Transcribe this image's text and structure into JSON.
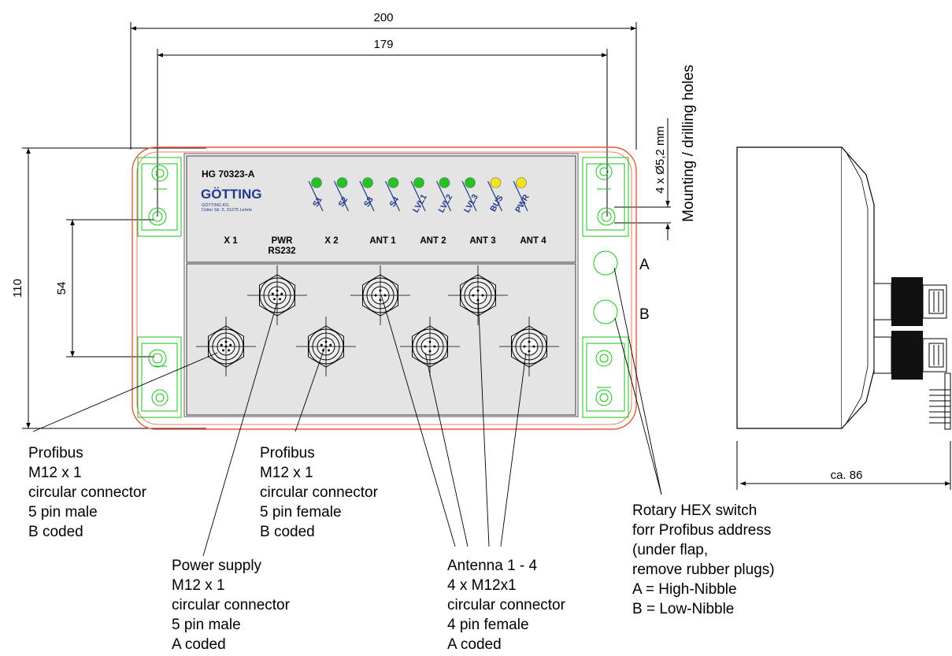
{
  "dimensions": {
    "width_outer": "200",
    "width_holes": "179",
    "height_outer": "110",
    "height_holes": "54",
    "hole_spec": "4 x Ø5,2 mm",
    "hole_note": "Mounting / drilling holes",
    "depth": "ca. 86"
  },
  "panel": {
    "model": "HG 70323-A",
    "brand": "GÖTTING",
    "company": "GÖTTING KG",
    "address": "Celler Str. 5, 31275 Lehrte",
    "port_labels": [
      "X 1",
      "PWR",
      "X 2",
      "ANT 1",
      "ANT 2",
      "ANT 3",
      "ANT 4"
    ],
    "port_sublabel": "RS232",
    "leds": [
      {
        "label": "S1",
        "color": "#22c322"
      },
      {
        "label": "S2",
        "color": "#22c322"
      },
      {
        "label": "S3",
        "color": "#22c322"
      },
      {
        "label": "S4",
        "color": "#22c322"
      },
      {
        "label": "LVL1",
        "color": "#22c322"
      },
      {
        "label": "LVL2",
        "color": "#22c322"
      },
      {
        "label": "LVL3",
        "color": "#22c322"
      },
      {
        "label": "BUS",
        "color": "#f2e41a"
      },
      {
        "label": "PWR",
        "color": "#f2e41a"
      }
    ]
  },
  "switch_labels": {
    "a": "A",
    "b": "B"
  },
  "callouts": {
    "profibus_male": [
      "Profibus",
      "M12 x 1",
      "circular connector",
      "5 pin male",
      "B coded"
    ],
    "profibus_female": [
      "Profibus",
      "M12 x 1",
      "circular connector",
      "5 pin female",
      "B coded"
    ],
    "power": [
      "Power supply",
      "M12 x 1",
      "circular connector",
      "5 pin male",
      "A coded"
    ],
    "antenna": [
      "Antenna 1 - 4",
      "4 x M12x1",
      "circular connector",
      "4 pin female",
      "A coded"
    ],
    "rotary": [
      "Rotary HEX switch",
      "forr Profibus address",
      "(under flap,",
      "remove rubber plugs)",
      "A = High-Nibble",
      "B = Low-Nibble"
    ]
  },
  "colors": {
    "outline": "#e8573a",
    "mount": "#19c219",
    "panel": "#e4e4e4",
    "logo": "#1e3a8a"
  }
}
